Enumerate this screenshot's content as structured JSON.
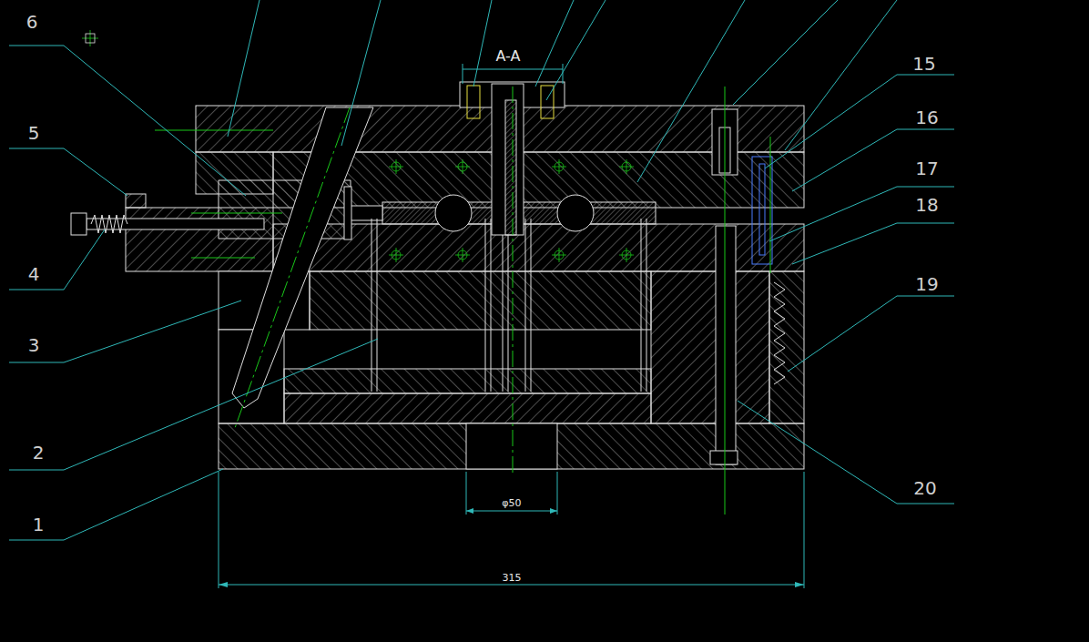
{
  "diagram": {
    "labels": [
      "6",
      "5",
      "4",
      "3",
      "2",
      "1",
      "15",
      "16",
      "17",
      "18",
      "19",
      "20",
      "A-A",
      "φ50",
      "315"
    ]
  }
}
